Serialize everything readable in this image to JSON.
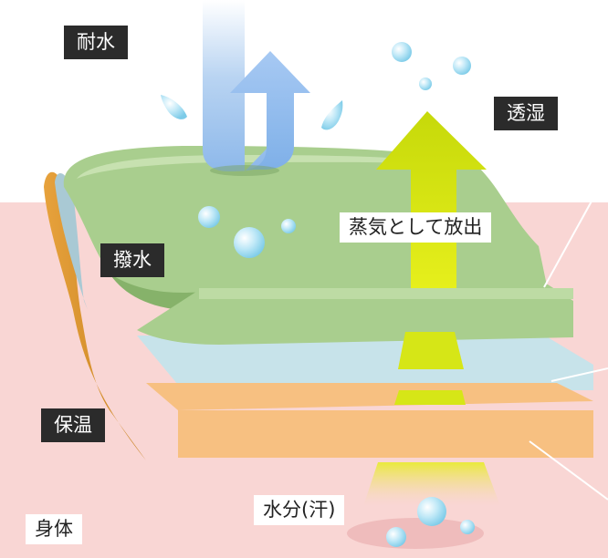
{
  "labels": {
    "water_resistant": "耐水",
    "breathable": "透湿",
    "vapor_release": "蒸気として放出",
    "water_repellent": "撥水",
    "insulation": "保温",
    "sweat": "水分(汗)",
    "body": "身体"
  },
  "colors": {
    "skin_background": "#f9d6d4",
    "outer_layer": "#a9ce8e",
    "membrane_layer": "#c7e3ea",
    "insulation_layer": "#f7c081",
    "vapor_arrow": "#d3e40a",
    "water_drop": "#a9dff2",
    "label_dark": "#2b2b2b"
  }
}
